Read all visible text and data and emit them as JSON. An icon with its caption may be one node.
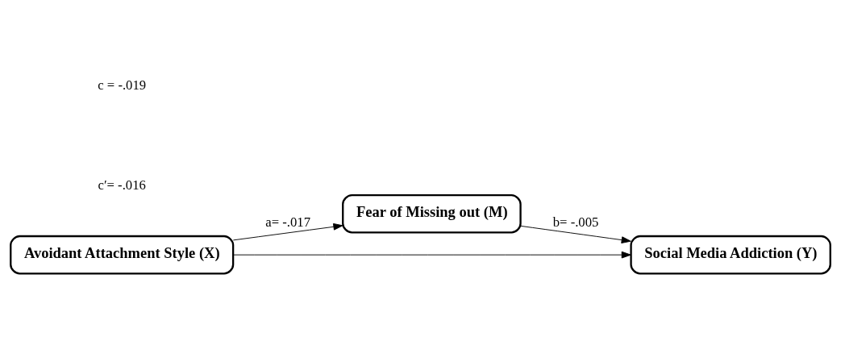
{
  "diagram": {
    "nodes": [
      {
        "text": [
          "Fear of Missing out (M)"
        ]
      },
      {
        "text": [
          "Avoidant Attachment Style (X)"
        ]
      },
      {
        "text": [
          "Social Media Addiction (Y)"
        ]
      }
    ],
    "edges": [
      {
        "from": 1,
        "to": 0,
        "arrow": "to",
        "label": "a= -.017"
      },
      {
        "from": 0,
        "to": 2,
        "arrow": "to",
        "label": "b= -.005"
      },
      {
        "from": 1,
        "to": 2,
        "arrow": "to"
      }
    ],
    "labels": [
      "c = -.019",
      "c′= -.016"
    ]
  }
}
